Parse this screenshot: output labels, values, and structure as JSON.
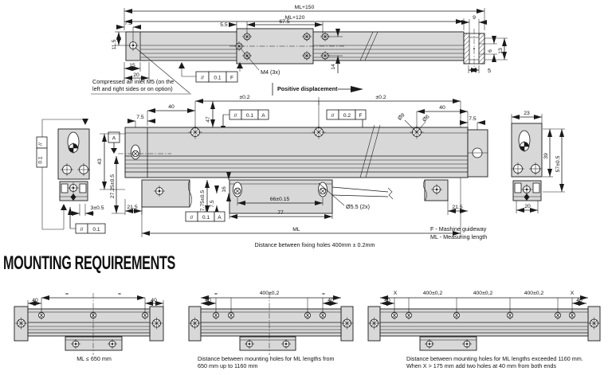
{
  "title": "MOUNTING REQUIREMENTS",
  "colors": {
    "title": "#1e3a6e",
    "body_fill": "#d8d8d8",
    "line": "#1a1a1a"
  },
  "legend": {
    "f": "F - Mashine guideway",
    "ml": "ML - Measuring length"
  },
  "notes": {
    "air_1": "Compressed air inlet M5 (on the",
    "air_2": "left and right sides or on option)",
    "positive": "Positive displacement",
    "fixing": "Distance between fixing holes 400mm ± 0.2mm"
  },
  "dims": {
    "ml150": "ML+150",
    "ml120": "ML+120",
    "d7_5": "7.5",
    "d11_5": "11.5",
    "d5_5": "5.5",
    "d67_5": "67.5",
    "d15": "15",
    "d20": "20",
    "d14": "14",
    "d9": "9",
    "d6": "6",
    "d13": "13",
    "d5": "5",
    "m4": "M4 (3x)",
    "pm02": "±0.2",
    "d40": "40",
    "d47": "47",
    "d43": "43",
    "d23": "23",
    "d39": "39",
    "d57": "57±0.5",
    "d27": "27.25±0.5",
    "d21_5": "21.5",
    "d16": "16",
    "d7_75": "7.75±0.5",
    "d66": "66±0.15",
    "d77": "77",
    "d3": "3±0.5",
    "dia5_5": "Ø5.5 (2x)",
    "dia9": "Ø9",
    "dia6": "Ø6",
    "ml": "ML"
  },
  "tol": {
    "par": "//",
    "v01": "0.1",
    "v02": "0.2",
    "a": "A",
    "f": "F"
  },
  "bottom": {
    "eq": "=",
    "x": "X",
    "d400": "400±0,2",
    "d40": "40",
    "cap_left": "ML ≤ 650 mm",
    "cap_mid_1": "Distance between mounting holes for ML lengths from",
    "cap_mid_2": "650 mm up to 1160 mm",
    "cap_right_1": "Distance between mounting holes for ML lengths exceeded 1160 mm.",
    "cap_right_2": "When X > 175 mm add two holes at 40 mm from both ends"
  }
}
